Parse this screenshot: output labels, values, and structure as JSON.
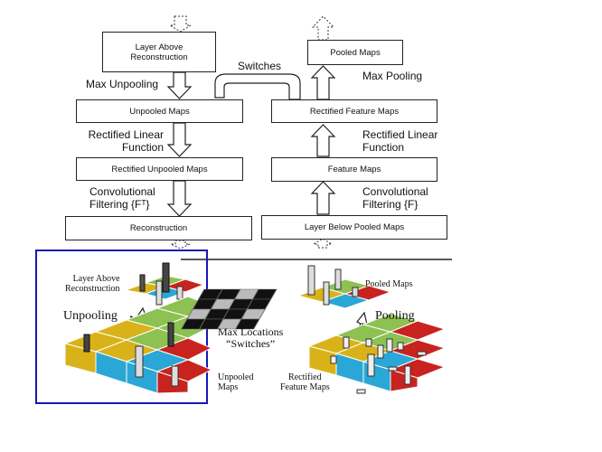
{
  "top": {
    "left_boxes": {
      "layer_above": "Layer Above\nReconstruction",
      "unpooled": "Unpooled Maps",
      "rect_unpooled": "Rectified Unpooled Maps",
      "reconstruction": "Reconstruction"
    },
    "right_boxes": {
      "pooled": "Pooled Maps",
      "rect_feature": "Rectified Feature Maps",
      "feature": "Feature Maps",
      "layer_below": "Layer Below Pooled Maps"
    },
    "labels": {
      "switches": "Switches",
      "max_unpooling": "Max Unpooling",
      "max_pooling": "Max Pooling",
      "rect_linear_left": "Rectified Linear\nFunction",
      "rect_linear_right": "Rectified Linear\nFunction",
      "conv_left": "Convolutional\nFiltering {Fᵀ}",
      "conv_right": "Convolutional\nFiltering {F}"
    }
  },
  "bottom": {
    "layer_above_recon": "Layer Above\nReconstruction",
    "unpooling": "Unpooling",
    "unpooled_maps": "Unpooled\nMaps",
    "max_locations": "Max Locations\n“Switches”",
    "pooled_maps": "Pooled Maps",
    "pooling": "Pooling",
    "rectified_feature_maps": "Rectified\nFeature Maps"
  },
  "colors": {
    "yellow": "#d9b21a",
    "green": "#8dc152",
    "blue": "#2aa7d6",
    "red": "#c8231f",
    "highlight_frame": "#1818b4"
  }
}
